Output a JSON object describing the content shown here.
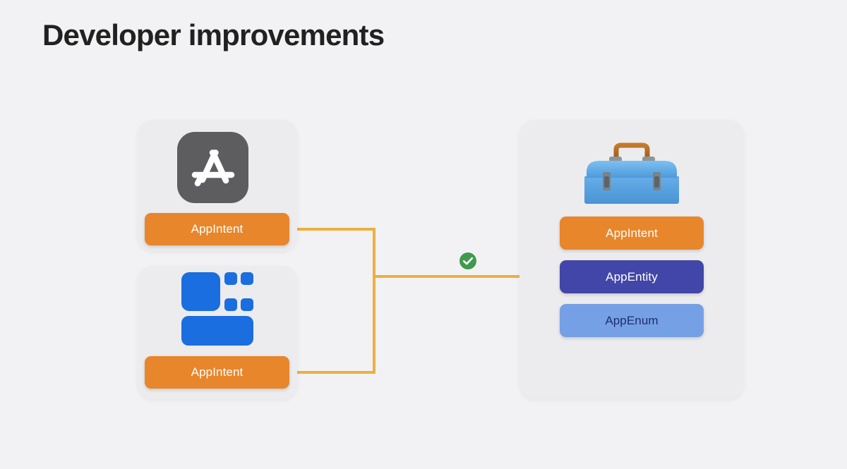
{
  "slide": {
    "title": "Developer improvements",
    "background_color": "#f2f2f4",
    "title_color": "#212121"
  },
  "left_column": {
    "cards": [
      {
        "id": "appstore",
        "icon": "app-store-icon",
        "icon_color": "#5d5d5f",
        "badge": {
          "label": "AppIntent",
          "color": "#e8862b",
          "text_color": "#ffffff"
        }
      },
      {
        "id": "widgets",
        "icon": "widgets-grid-icon",
        "icon_color": "#1a6ee0",
        "badge": {
          "label": "AppIntent",
          "color": "#e8862b",
          "text_color": "#ffffff"
        }
      }
    ]
  },
  "right_column": {
    "card": {
      "id": "toolbox",
      "icon": "toolbox-icon",
      "icon_body_color": "#5aa3e8",
      "icon_handle_color": "#b36b22",
      "pills": [
        {
          "label": "AppIntent",
          "color": "#e8862b",
          "text_color": "#ffffff"
        },
        {
          "label": "AppEntity",
          "color": "#4146a8",
          "text_color": "#ffffff"
        },
        {
          "label": "AppEnum",
          "color": "#76a0e5",
          "text_color": "#1d2f6b"
        }
      ]
    }
  },
  "connector": {
    "color": "#eab040",
    "stroke_width": 4,
    "target_pill": "AppEntity"
  },
  "status": {
    "badge": "check-circle-icon",
    "color": "#3f9a4e",
    "glyph": "check"
  }
}
